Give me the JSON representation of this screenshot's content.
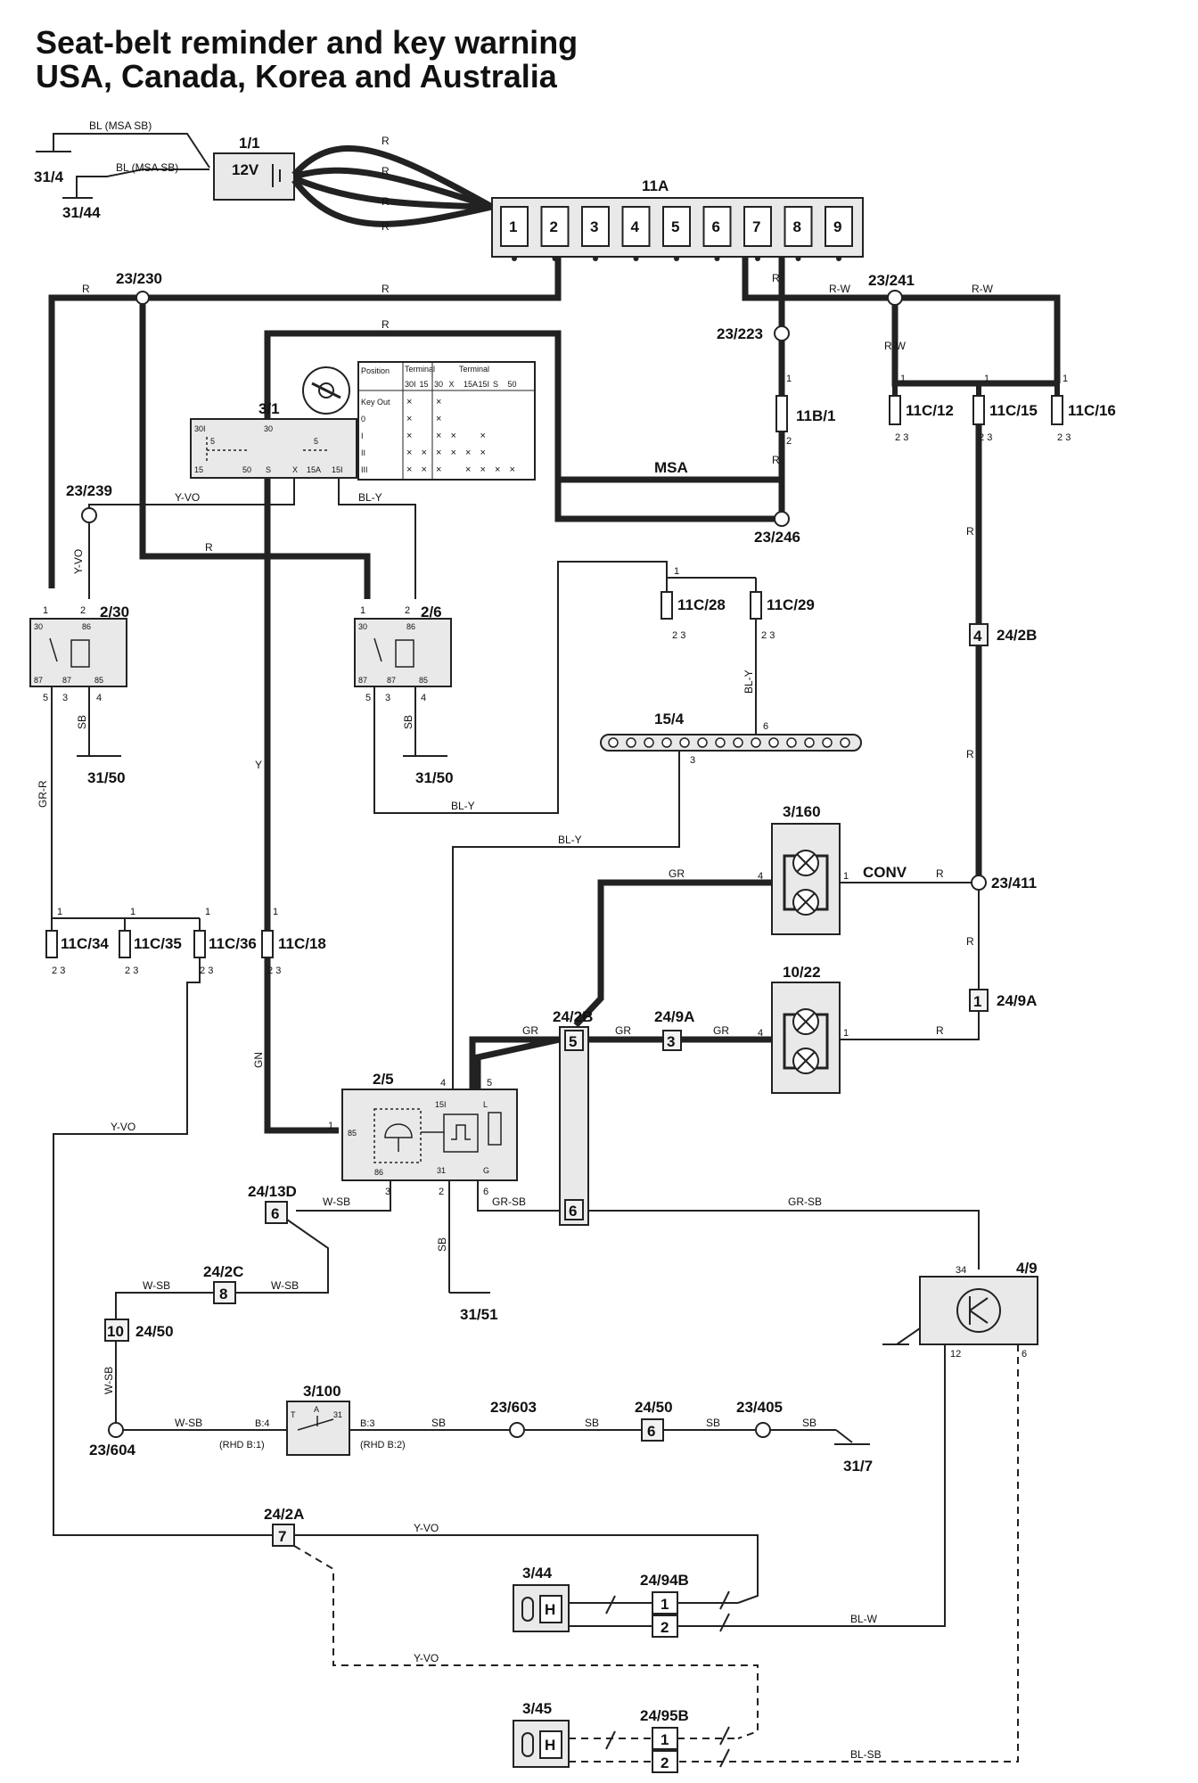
{
  "title_line1": "Seat-belt reminder and key warning",
  "title_line2": "USA, Canada, Korea and Australia",
  "components": {
    "battery": "1/1",
    "battery_label": "12V",
    "fusebox": "11A",
    "fuse_numbers": [
      "1",
      "2",
      "3",
      "4",
      "5",
      "6",
      "7",
      "8",
      "9"
    ],
    "ignition_switch": "3/1",
    "relay_a": "2/30",
    "relay_b": "2/6",
    "module": "2/5",
    "buckle_switch": "3/100",
    "lamp_a": "3/160",
    "lamp_b": "10/22",
    "bus": "15/4",
    "chime": "4/9",
    "sensor_a": "3/44",
    "sensor_b": "3/45",
    "fuse_11b1": "11B/1",
    "fuse_11c12": "11C/12",
    "fuse_11c15": "11C/15",
    "fuse_11c16": "11C/16",
    "fuse_11c28": "11C/28",
    "fuse_11c29": "11C/29",
    "fuse_11c34": "11C/34",
    "fuse_11c35": "11C/35",
    "fuse_11c36": "11C/36",
    "fuse_11c18": "11C/18"
  },
  "grounds": {
    "g31_4": "31/4",
    "g31_44": "31/44",
    "g31_50a": "31/50",
    "g31_50b": "31/50",
    "g31_51": "31/51",
    "g31_7": "31/7"
  },
  "splices": {
    "s23_230": "23/230",
    "s23_241": "23/241",
    "s23_223": "23/223",
    "s23_239": "23/239",
    "s23_246": "23/246",
    "s23_411": "23/411",
    "s23_604": "23/604",
    "s23_603": "23/603",
    "s23_405": "23/405"
  },
  "connectors": {
    "c24_2b_top": "24/2B",
    "c24_2b_top_pin": "4",
    "c24_9a_r": "24/9A",
    "c24_9a_r_pin": "1",
    "c24_2b_mid": "24/2B",
    "c24_2b_mid_pin": "5",
    "c24_2b_mid_pin2": "6",
    "c24_9a_mid": "24/9A",
    "c24_9a_mid_pin": "3",
    "c24_13d": "24/13D",
    "c24_13d_pin": "6",
    "c24_2c": "24/2C",
    "c24_2c_pin": "8",
    "c24_50a": "24/50",
    "c24_50a_pin": "10",
    "c24_50b": "24/50",
    "c24_50b_pin": "6",
    "c24_2a": "24/2A",
    "c24_2a_pin": "7",
    "c24_94b": "24/94B",
    "c24_94b_p1": "1",
    "c24_94b_p2": "2",
    "c24_95b": "24/95B",
    "c24_95b_p1": "1",
    "c24_95b_p2": "2"
  },
  "wires": {
    "bl_msa_sb": "BL (MSA SB)",
    "r": "R",
    "rw": "R-W",
    "msa": "MSA",
    "yvo": "Y-VO",
    "bly": "BL-Y",
    "sb": "SB",
    "grr": "GR-R",
    "y": "Y",
    "gn": "GN",
    "gr": "GR",
    "conv": "CONV",
    "wsb": "W-SB",
    "grsb": "GR-SB",
    "blw": "BL-W",
    "blsb": "BL-SB",
    "rhd_b1": "(RHD B:1)",
    "rhd_b2": "(RHD B:2)",
    "b4": "B:4",
    "b3": "B:3"
  },
  "ign_table": {
    "h_position": "Position",
    "h_terminal1": "Terminal",
    "h_terminal2": "Terminal",
    "cols1": [
      "30I",
      "15"
    ],
    "cols2": [
      "30",
      "X",
      "15A",
      "15I",
      "S",
      "50"
    ],
    "rows": [
      {
        "pos": "Key Out",
        "c": [
          "×",
          "",
          "×",
          "",
          "",
          "",
          "",
          ""
        ]
      },
      {
        "pos": "0",
        "c": [
          "×",
          "",
          "×",
          "",
          "",
          "",
          "",
          ""
        ]
      },
      {
        "pos": "I",
        "c": [
          "×",
          "",
          "×",
          "×",
          "",
          "×",
          "",
          ""
        ]
      },
      {
        "pos": "II",
        "c": [
          "×",
          "×",
          "×",
          "×",
          "×",
          "×",
          "",
          ""
        ]
      },
      {
        "pos": "III",
        "c": [
          "×",
          "×",
          "×",
          "",
          "×",
          "×",
          "×",
          "×"
        ]
      }
    ]
  },
  "terminals": {
    "t30i": "30I",
    "t30": "30",
    "t5": "5",
    "t15": "15",
    "t50": "50",
    "tS": "S",
    "tX": "X",
    "t15a": "15A",
    "t15i": "15I",
    "r30": "30",
    "r86": "86",
    "r87": "87",
    "r85": "85",
    "p1": "1",
    "p2": "2",
    "p3": "3",
    "p4": "4",
    "p5": "5",
    "p6": "6",
    "p12": "12",
    "p34": "34",
    "m85": "85",
    "m86": "86",
    "m15i": "15I",
    "mL": "L",
    "m31": "31",
    "mG": "G",
    "sw_t": "T",
    "sw_a": "A",
    "sw_31": "31",
    "h": "H"
  }
}
